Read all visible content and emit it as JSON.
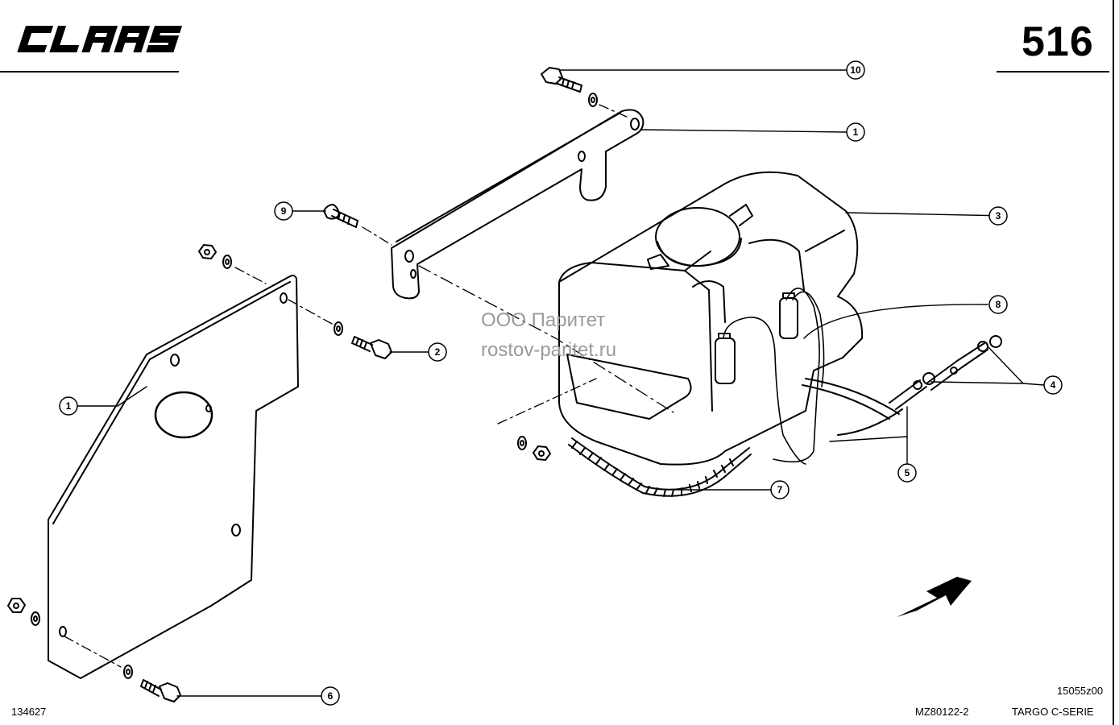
{
  "header": {
    "logo_text": "CLAAS",
    "page_number": "516"
  },
  "watermark": {
    "line1": "ООО Паритет",
    "line2": "rostov-paritet.ru"
  },
  "callouts": [
    "1",
    "1",
    "2",
    "3",
    "4",
    "5",
    "6",
    "7",
    "8",
    "9",
    "10"
  ],
  "footer": {
    "left_code": "134627",
    "mid_code": "MZ80122-2",
    "series": "TARGO C-SERIE",
    "drawing_code": "15055z00"
  },
  "icons": [
    "claas-logo",
    "direction-arrow-icon"
  ]
}
